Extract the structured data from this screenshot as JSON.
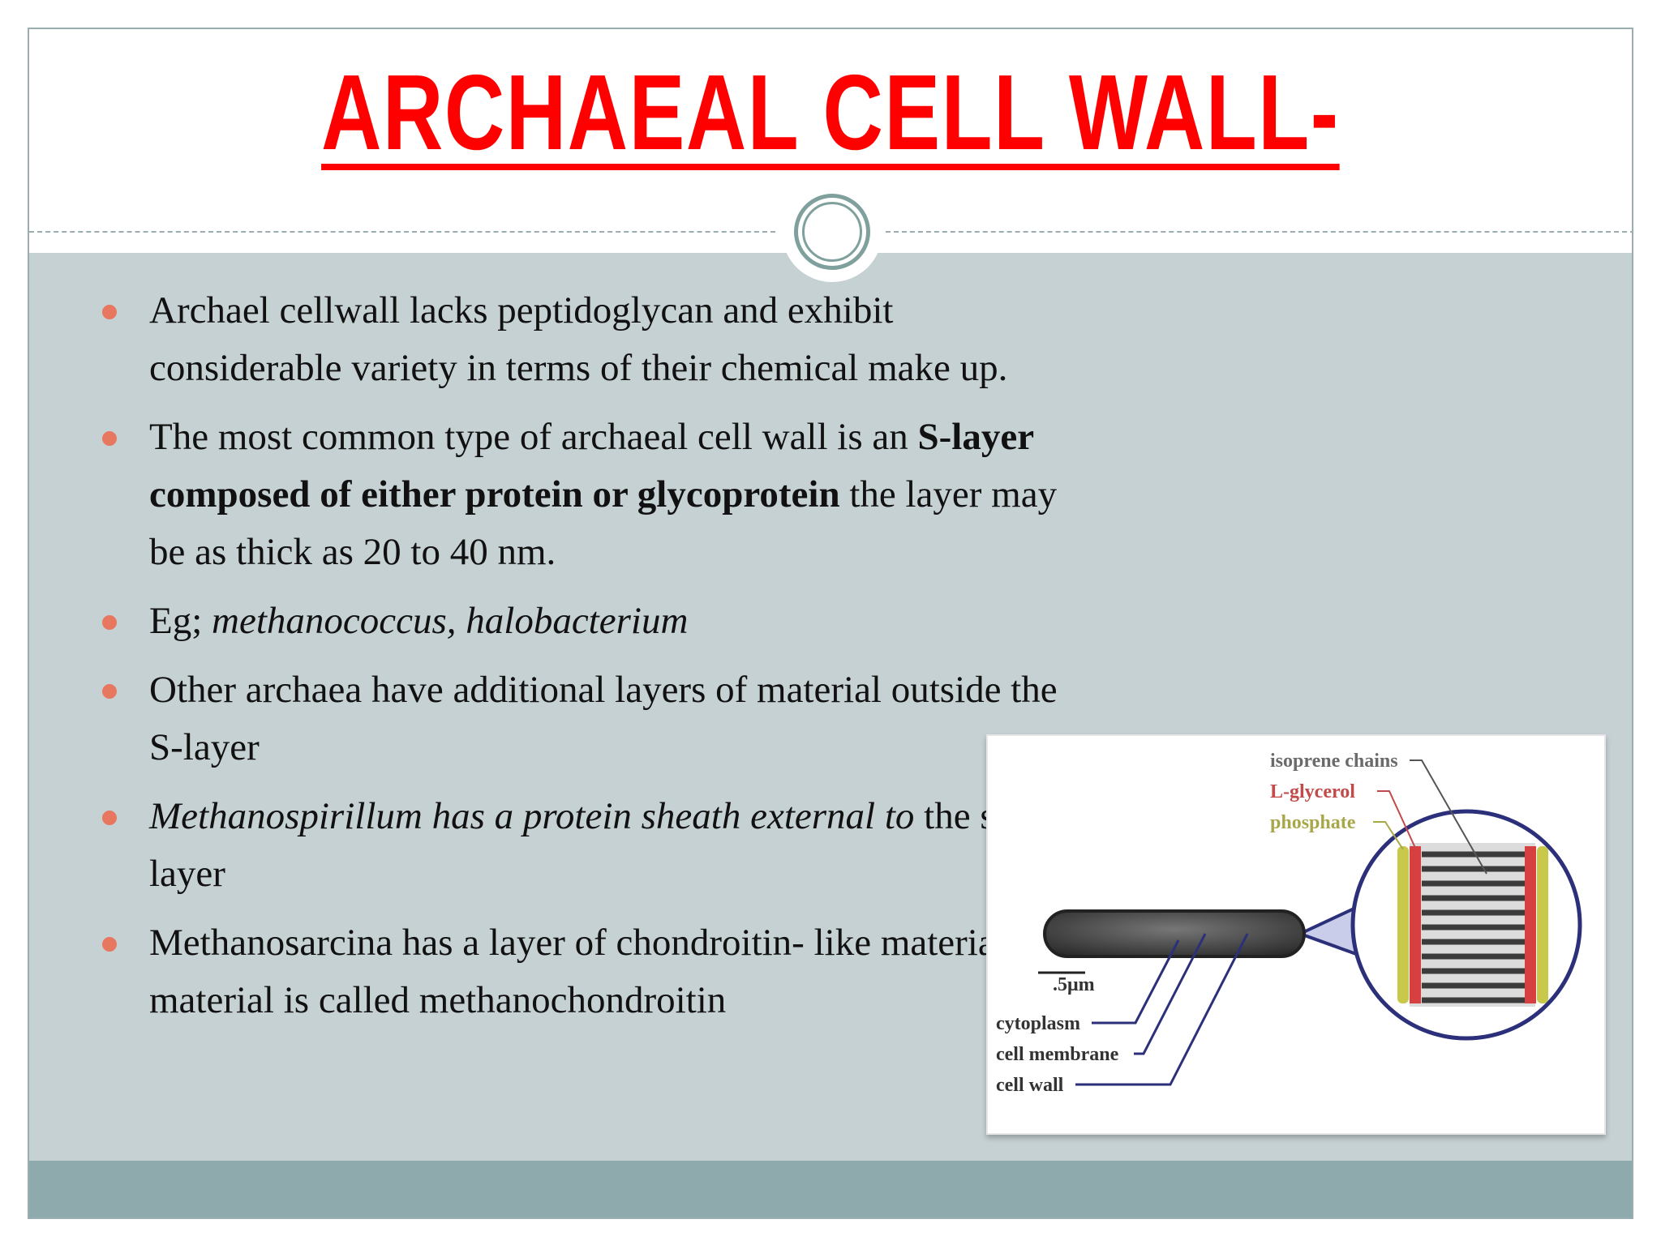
{
  "title": "ARCHAEAL CELL WALL-",
  "bullets": [
    {
      "text": "Archael cellwall lacks peptidoglycan and exhibit considerable variety in terms of their chemical make up."
    },
    {
      "before": "The most common type of archaeal cell wall is an ",
      "bold": "S-layer composed of either protein or glycoprotein",
      "after": " the layer may be as thick as 20 to 40 nm."
    },
    {
      "prefix": "Eg; ",
      "italic": "methanococcus, halobacterium"
    },
    {
      "text": "Other archaea have additional layers of material outside the S-layer"
    },
    {
      "italic": "Methanospirillum has a protein sheath external to",
      "after": " the s-layer"
    },
    {
      "text": "Methanosarcina has a layer of chondroitin- like material, this material is called methanochondroitin"
    }
  ],
  "figure": {
    "labels": {
      "isoprene": "isoprene chains",
      "glycerol": "L-glycerol",
      "phosphate": "phosphate",
      "scale": ".5μm",
      "cytoplasm": "cytoplasm",
      "membrane": "cell membrane",
      "wall": "cell wall"
    }
  },
  "colors": {
    "title": "#ff0000",
    "bullet": "#e8775f",
    "content_band": "#c6d1d4",
    "footer_band": "#8faaad",
    "accent_ring": "#7fa09c"
  }
}
